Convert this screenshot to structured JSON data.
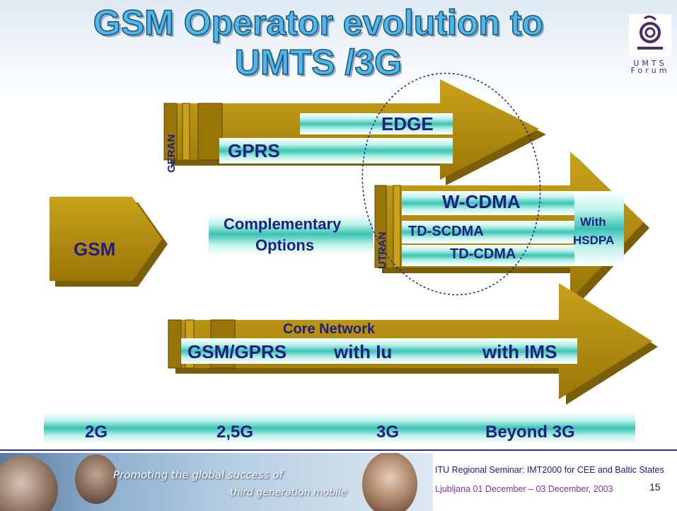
{
  "slide": {
    "title_line1": "GSM Operator evolution to",
    "title_line2": "UMTS /3G",
    "logo_text_line1": "UMTS",
    "logo_text_line2": "Forum"
  },
  "diagram": {
    "geran": "GERAN",
    "edge": "EDGE",
    "gprs": "GPRS",
    "gsm": "GSM",
    "complementary_line1": "Complementary",
    "complementary_line2": "Options",
    "utran": "UTRAN",
    "wcdma": "W-CDMA",
    "tdscdma": "TD-SCDMA",
    "tdcdma": "TD-CDMA",
    "with": "With",
    "hsdpa": "HSDPA",
    "core_network": "Core Network",
    "gsm_gprs": "GSM/GPRS",
    "with_iu": "with Iu",
    "with_ims": "with IMS"
  },
  "timeline": {
    "g2": "2G",
    "g25": "2,5G",
    "g3": "3G",
    "beyond": "Beyond 3G"
  },
  "footer": {
    "banner_line1": "Promoting the global success of",
    "banner_line2": "third generation mobile",
    "seminar": "ITU Regional Seminar: IMT2000 for CEE and Baltic States",
    "location": "Ljubljana 01 December – 03 December, 2003",
    "page": "15"
  },
  "colors": {
    "arrow_gold": "#b08a10",
    "arrow_dark": "#7a5e08",
    "band_teal": "#39c4b4",
    "text_navy": "#1f1f80"
  }
}
